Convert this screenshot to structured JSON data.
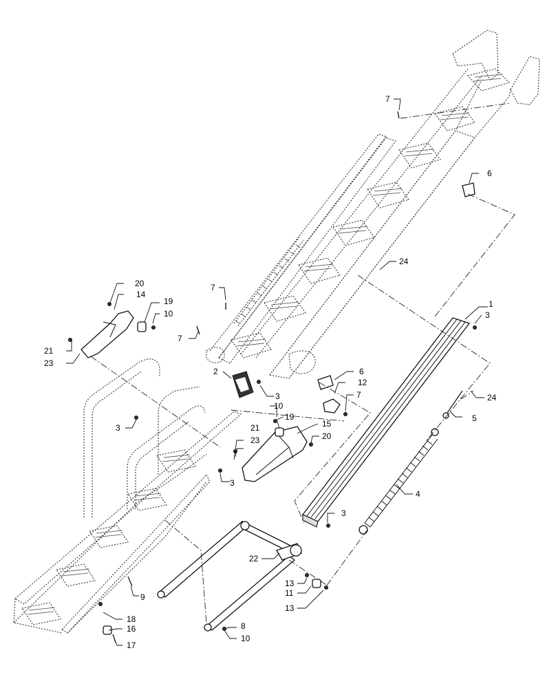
{
  "diagram": {
    "callouts": [
      {
        "id": "c1",
        "label": "1"
      },
      {
        "id": "c2",
        "label": "2"
      },
      {
        "id": "c3a",
        "label": "3"
      },
      {
        "id": "c3b",
        "label": "3"
      },
      {
        "id": "c3c",
        "label": "3"
      },
      {
        "id": "c3d",
        "label": "3"
      },
      {
        "id": "c3e",
        "label": "3"
      },
      {
        "id": "c4",
        "label": "4"
      },
      {
        "id": "c5",
        "label": "5"
      },
      {
        "id": "c6a",
        "label": "6"
      },
      {
        "id": "c6b",
        "label": "6"
      },
      {
        "id": "c7a",
        "label": "7"
      },
      {
        "id": "c7b",
        "label": "7"
      },
      {
        "id": "c7c",
        "label": "7"
      },
      {
        "id": "c7d",
        "label": "7"
      },
      {
        "id": "c8",
        "label": "8"
      },
      {
        "id": "c9",
        "label": "9"
      },
      {
        "id": "c10a",
        "label": "10"
      },
      {
        "id": "c10b",
        "label": "10"
      },
      {
        "id": "c10c",
        "label": "10"
      },
      {
        "id": "c11",
        "label": "11"
      },
      {
        "id": "c12",
        "label": "12"
      },
      {
        "id": "c13a",
        "label": "13"
      },
      {
        "id": "c13b",
        "label": "13"
      },
      {
        "id": "c14",
        "label": "14"
      },
      {
        "id": "c15",
        "label": "15"
      },
      {
        "id": "c16",
        "label": "16"
      },
      {
        "id": "c17",
        "label": "17"
      },
      {
        "id": "c18",
        "label": "18"
      },
      {
        "id": "c19a",
        "label": "19"
      },
      {
        "id": "c19b",
        "label": "19"
      },
      {
        "id": "c20a",
        "label": "20"
      },
      {
        "id": "c20b",
        "label": "20"
      },
      {
        "id": "c21a",
        "label": "21"
      },
      {
        "id": "c21b",
        "label": "21"
      },
      {
        "id": "c22",
        "label": "22"
      },
      {
        "id": "c23a",
        "label": "23"
      },
      {
        "id": "c23b",
        "label": "23"
      },
      {
        "id": "c24a",
        "label": "24"
      },
      {
        "id": "c24b",
        "label": "24"
      }
    ]
  }
}
